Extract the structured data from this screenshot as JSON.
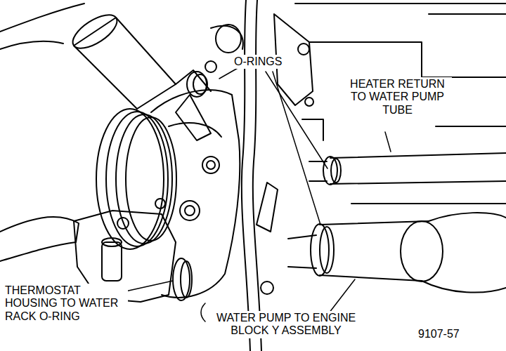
{
  "diagram": {
    "labels": [
      "O-RINGS",
      "HEATER RETURN TO WATER PUMP TUBE",
      "THERMOSTAT HOUSING TO WATER RACK O-RING",
      "WATER PUMP TO ENGINE BLOCK Y ASSEMBLY",
      "9107-57"
    ]
  }
}
